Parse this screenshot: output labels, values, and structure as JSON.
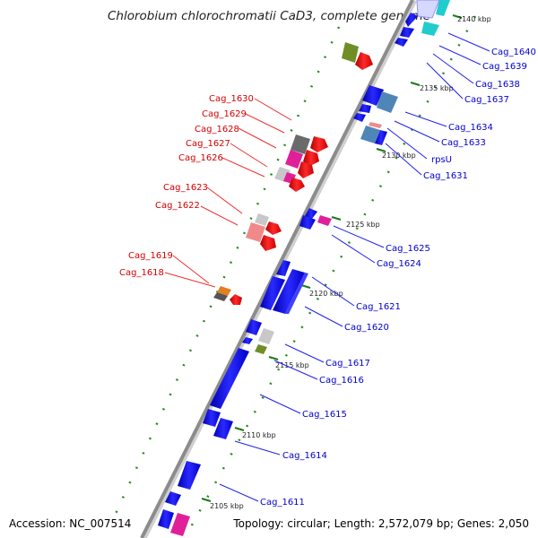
{
  "title": "Chlorobium chlorochromatii CaD3, complete genome",
  "accession": "Accession: NC_007514",
  "topology": "Topology: circular; Length: 2,572,079 bp; Genes: 2,050",
  "colors": {
    "forward_label": "#d40000",
    "reverse_label": "#0000cc",
    "backbone": "#909090",
    "dots": "#2a8a2a",
    "cds_blue": "#1010e8",
    "rrna_red": "#ee1111",
    "pink": "#e0209a",
    "steel": "#4f86b8",
    "cyan": "#22cccc",
    "olive": "#6f8f26",
    "grey": "#b8b8b8",
    "salmon": "#f08a8a",
    "orange": "#e08020"
  },
  "kbp_ticks": [
    "2140 kbp",
    "2135 kbp",
    "2130 kbp",
    "2125 kbp",
    "2120 kbp",
    "2115 kbp",
    "2110 kbp",
    "2105 kbp"
  ],
  "forward_genes": [
    "Cag_1630",
    "Cag_1629",
    "Cag_1628",
    "Cag_1627",
    "Cag_1626",
    "Cag_1623",
    "Cag_1622",
    "Cag_1619",
    "Cag_1618"
  ],
  "reverse_genes": [
    "Cag_1640",
    "Cag_1639",
    "Cag_1638",
    "Cag_1637",
    "Cag_1634",
    "Cag_1633",
    "rpsU",
    "Cag_1631",
    "Cag_1625",
    "Cag_1624",
    "Cag_1621",
    "Cag_1620",
    "Cag_1617",
    "Cag_1616",
    "Cag_1615",
    "Cag_1614",
    "Cag_1611"
  ]
}
